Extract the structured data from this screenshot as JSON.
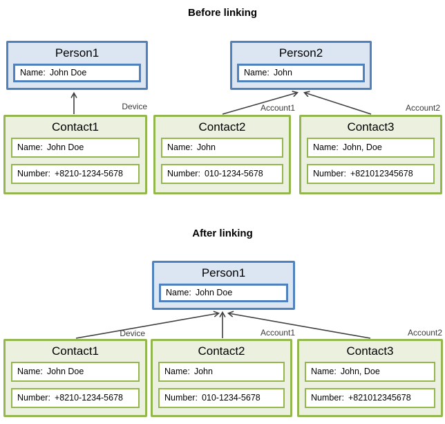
{
  "colors": {
    "person_border": "#4f81bd",
    "person_fill": "#dce6f2",
    "contact_border": "#94b64e",
    "contact_fill": "#ebf1de",
    "field_background": "#ffffff",
    "arrow": "#3f3f3f"
  },
  "before": {
    "title": "Before linking",
    "persons": [
      {
        "title": "Person1",
        "fields": [
          {
            "label": "Name:",
            "value": "John Doe"
          }
        ]
      },
      {
        "title": "Person2",
        "fields": [
          {
            "label": "Name:",
            "value": "John"
          }
        ]
      }
    ],
    "contacts": [
      {
        "title": "Contact1",
        "connector_label": "Device",
        "fields": [
          {
            "label": "Name:",
            "value": "John Doe"
          },
          {
            "label": "Number:",
            "value": "+8210-1234-5678"
          }
        ]
      },
      {
        "title": "Contact2",
        "connector_label": "Account1",
        "fields": [
          {
            "label": "Name:",
            "value": "John"
          },
          {
            "label": "Number:",
            "value": "010-1234-5678"
          }
        ]
      },
      {
        "title": "Contact3",
        "connector_label": "Account2",
        "fields": [
          {
            "label": "Name:",
            "value": "John, Doe"
          },
          {
            "label": "Number:",
            "value": "+821012345678"
          }
        ]
      }
    ]
  },
  "after": {
    "title": "After linking",
    "persons": [
      {
        "title": "Person1",
        "fields": [
          {
            "label": "Name:",
            "value": "John Doe"
          }
        ]
      }
    ],
    "contacts": [
      {
        "title": "Contact1",
        "connector_label": "Device",
        "fields": [
          {
            "label": "Name:",
            "value": "John Doe"
          },
          {
            "label": "Number:",
            "value": "+8210-1234-5678"
          }
        ]
      },
      {
        "title": "Contact2",
        "connector_label": "Account1",
        "fields": [
          {
            "label": "Name:",
            "value": "John"
          },
          {
            "label": "Number:",
            "value": "010-1234-5678"
          }
        ]
      },
      {
        "title": "Contact3",
        "connector_label": "Account2",
        "fields": [
          {
            "label": "Name:",
            "value": "John, Doe"
          },
          {
            "label": "Number:",
            "value": "+821012345678"
          }
        ]
      }
    ]
  }
}
